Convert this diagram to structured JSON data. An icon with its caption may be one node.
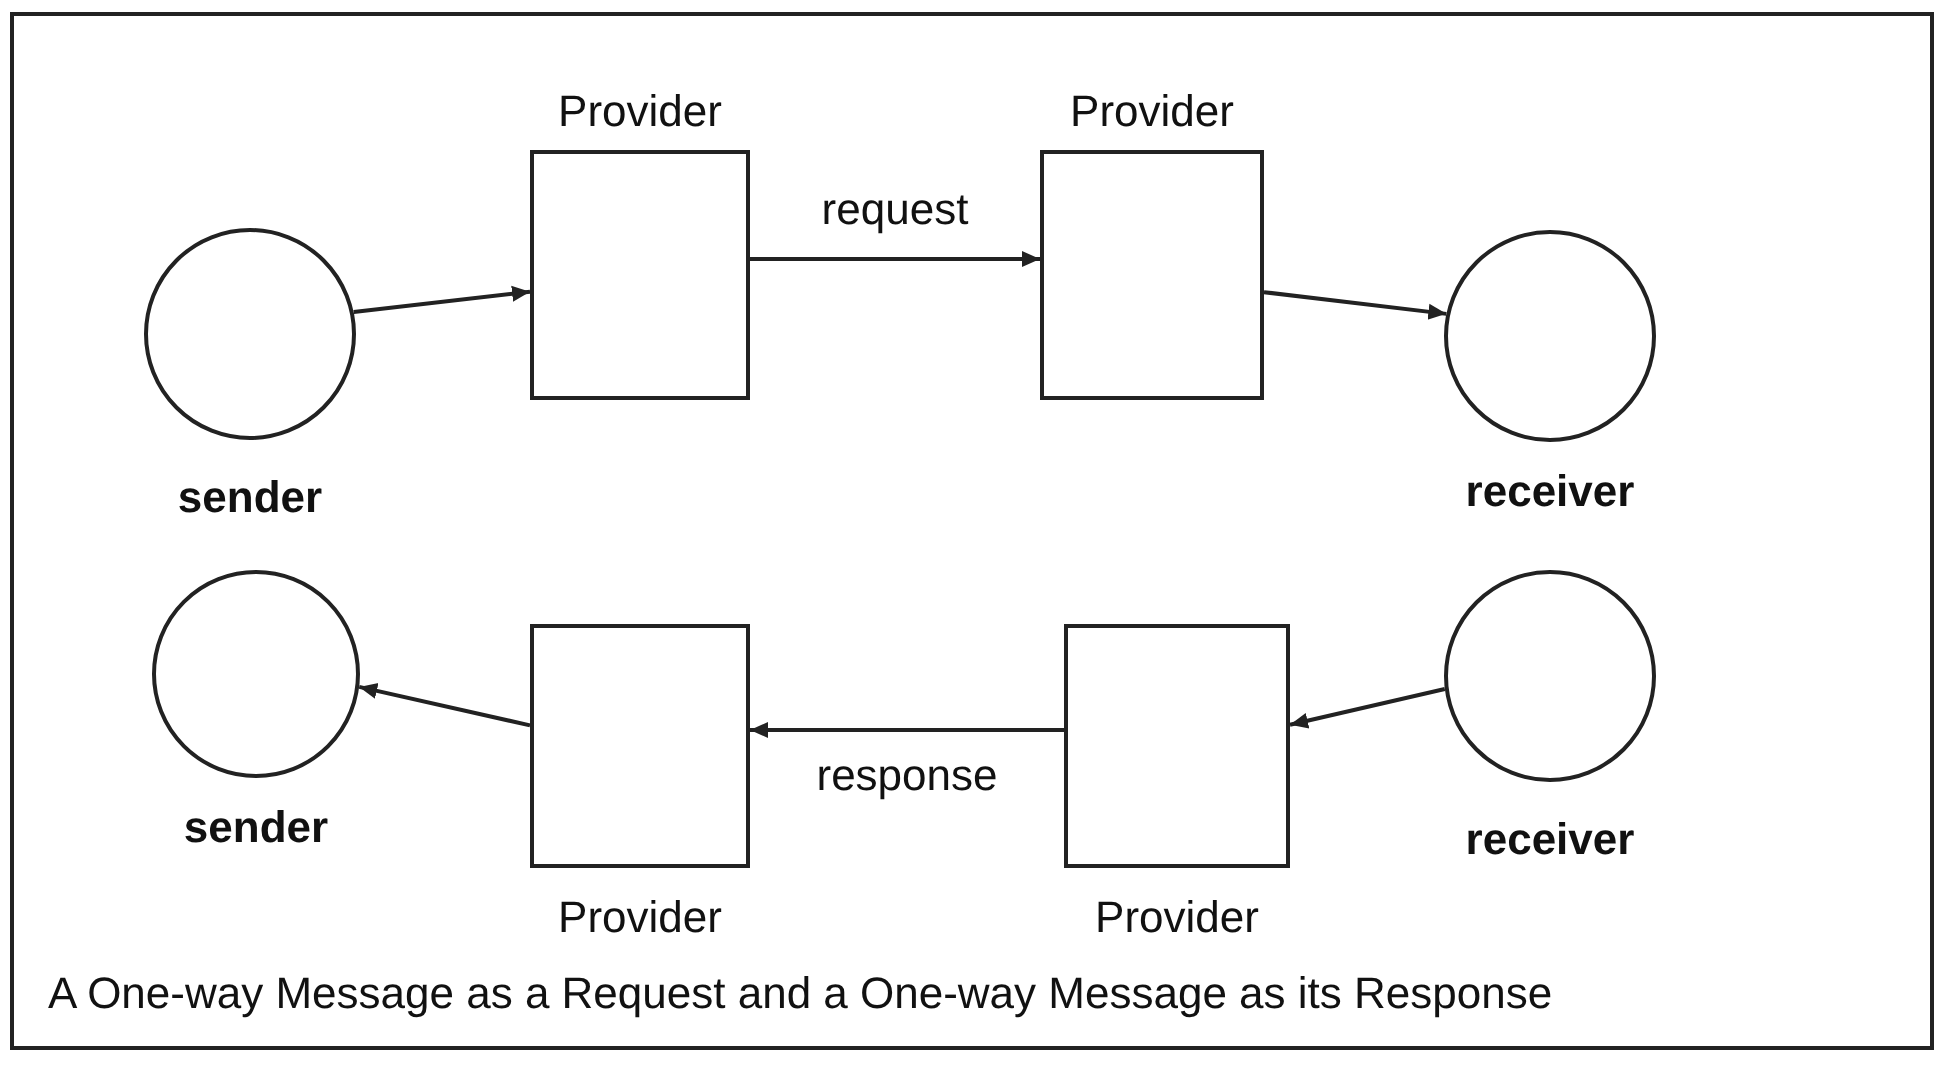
{
  "diagram": {
    "caption": "A One-way Message as a Request and a One-way Message as its Response",
    "nodes": [
      {
        "text": [
          "sender"
        ]
      },
      {
        "text": [
          "Provider"
        ]
      },
      {
        "text": [
          "Provider"
        ]
      },
      {
        "text": [
          "receiver"
        ]
      },
      {
        "text": [
          "sender"
        ]
      },
      {
        "text": [
          "Provider"
        ]
      },
      {
        "text": [
          "Provider"
        ]
      },
      {
        "text": [
          "receiver"
        ]
      }
    ],
    "edges": [
      {
        "from": 0,
        "to": 1,
        "arrow": "to"
      },
      {
        "from": 1,
        "to": 2,
        "arrow": "to",
        "label": "request"
      },
      {
        "from": 2,
        "to": 3,
        "arrow": "to"
      },
      {
        "from": 7,
        "to": 6,
        "arrow": "to"
      },
      {
        "from": 6,
        "to": 5,
        "arrow": "to",
        "label": "response"
      },
      {
        "from": 5,
        "to": 4,
        "arrow": "to"
      }
    ]
  }
}
